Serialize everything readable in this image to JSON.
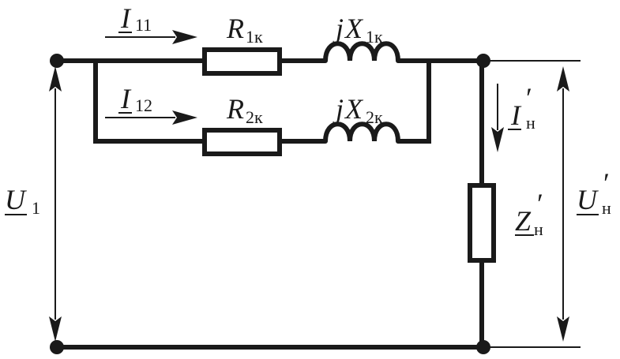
{
  "labels": {
    "current_i11": {
      "symbol": "I",
      "subscript": "11"
    },
    "current_i12": {
      "symbol": "I",
      "subscript": "12"
    },
    "resistor_r1k": {
      "symbol": "R",
      "subscript": "1к"
    },
    "resistor_r2k": {
      "symbol": "R",
      "subscript": "2к"
    },
    "reactance_x1k": {
      "prefix": "j",
      "symbol": "X",
      "subscript": "1к"
    },
    "reactance_x2k": {
      "prefix": "j",
      "symbol": "X",
      "subscript": "2к"
    },
    "voltage_u1": {
      "symbol": "U",
      "subscript": "1"
    },
    "current_in": {
      "symbol": "I",
      "subscript": "н",
      "prime": "′"
    },
    "impedance_zn": {
      "symbol": "Z",
      "subscript": "н",
      "prime": "′"
    },
    "voltage_un": {
      "symbol": "U",
      "subscript": "н",
      "prime": "′"
    }
  }
}
